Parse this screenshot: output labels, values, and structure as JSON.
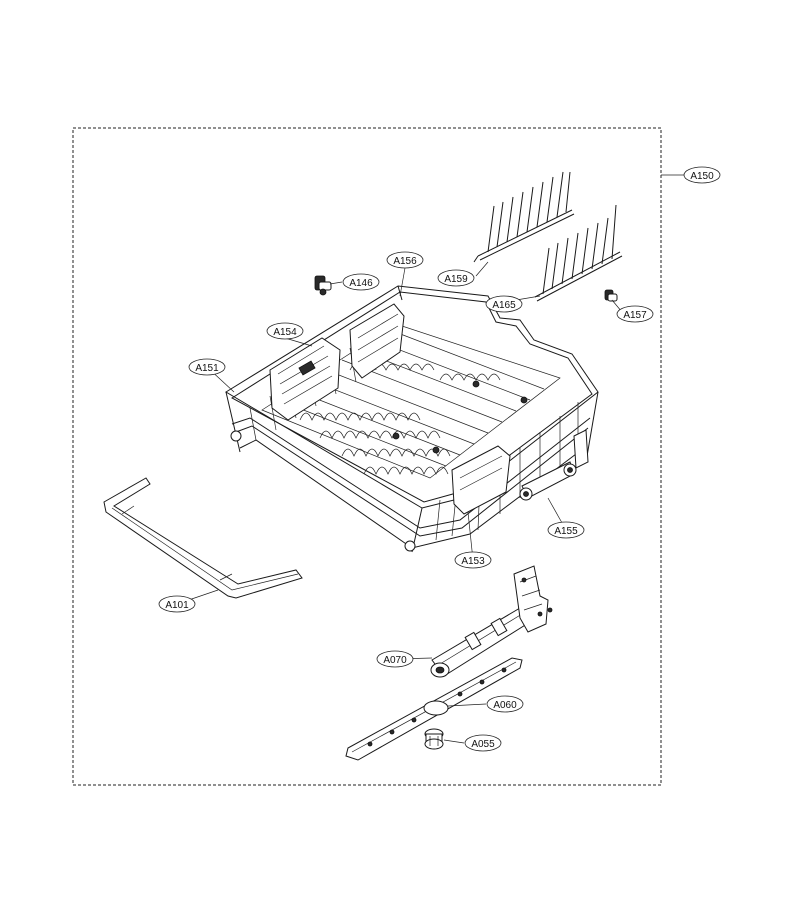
{
  "labels": {
    "a150": "A150",
    "a146": "A146",
    "a156": "A156",
    "a159": "A159",
    "a165": "A165",
    "a157": "A157",
    "a154": "A154",
    "a151": "A151",
    "a155": "A155",
    "a153": "A153",
    "a101": "A101",
    "a070": "A070",
    "a060": "A060",
    "a055": "A055"
  }
}
